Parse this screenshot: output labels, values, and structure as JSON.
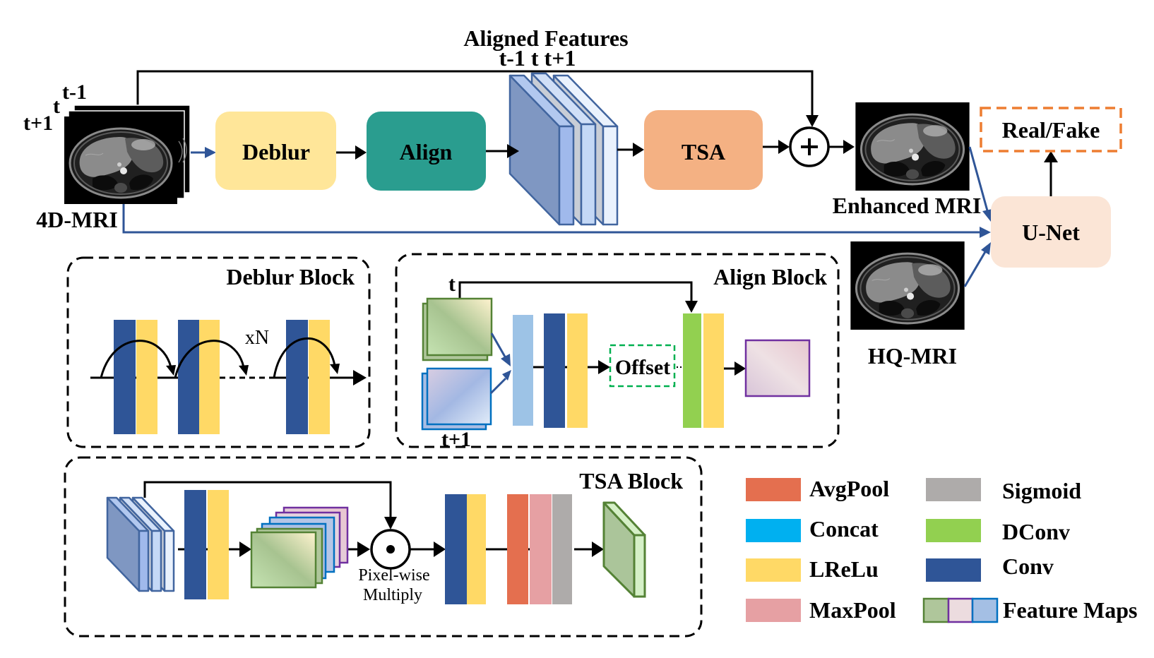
{
  "figure": {
    "aligned_features_title": "Aligned Features",
    "aligned_features_frames": "t-1 t t+1",
    "input": {
      "frame_labels": {
        "prev": "t-1",
        "curr": "t",
        "next": "t+1"
      },
      "label": "4D-MRI"
    },
    "modules": {
      "deblur": "Deblur",
      "align": "Align",
      "tsa": "TSA",
      "unet": "U-Net",
      "discriminator_output": "Real/Fake"
    },
    "outputs": {
      "enhanced": "Enhanced MRI",
      "reference": "HQ-MRI"
    },
    "deblur_block": {
      "title": "Deblur Block",
      "repeat": "xN"
    },
    "align_block": {
      "title": "Align Block",
      "frame_t": "t",
      "frame_t1": "t+1",
      "offset": "Offset"
    },
    "tsa_block": {
      "title": "TSA Block",
      "multiply_line1": "Pixel-wise",
      "multiply_line2": "Multiply"
    }
  },
  "legend": [
    {
      "label": "AvgPool",
      "color": "#E46F4F"
    },
    {
      "label": "Concat",
      "color": "#00B0F0"
    },
    {
      "label": "LReLu",
      "color": "#FFD966"
    },
    {
      "label": "MaxPool",
      "color": "#E6A0A3"
    },
    {
      "label": "Sigmoid",
      "color": "#AEABAA"
    },
    {
      "label": "DConv",
      "color": "#92D050"
    },
    {
      "label": "Conv",
      "color": "#2F5597"
    },
    {
      "label": "Feature Maps",
      "colors": [
        "#AFC69B",
        "#ECDCDF",
        "#A4BFE4"
      ]
    }
  ],
  "colors": {
    "deblur_box": "#FFE699",
    "align_box": "#2A9D8F",
    "tsa_box": "#F4B183",
    "unet_box": "#FBE5D6",
    "discriminator_border": "#ED7D31",
    "offset_border": "#00B050",
    "concat_bar": "#9DC3E6",
    "conv": "#2F5597",
    "lrelu": "#FFD966",
    "dconv": "#92D050",
    "avgpool": "#E46F4F",
    "maxpool": "#E6A0A3",
    "sigmoid": "#AEABAA",
    "flow_blue": "#2F5597"
  }
}
